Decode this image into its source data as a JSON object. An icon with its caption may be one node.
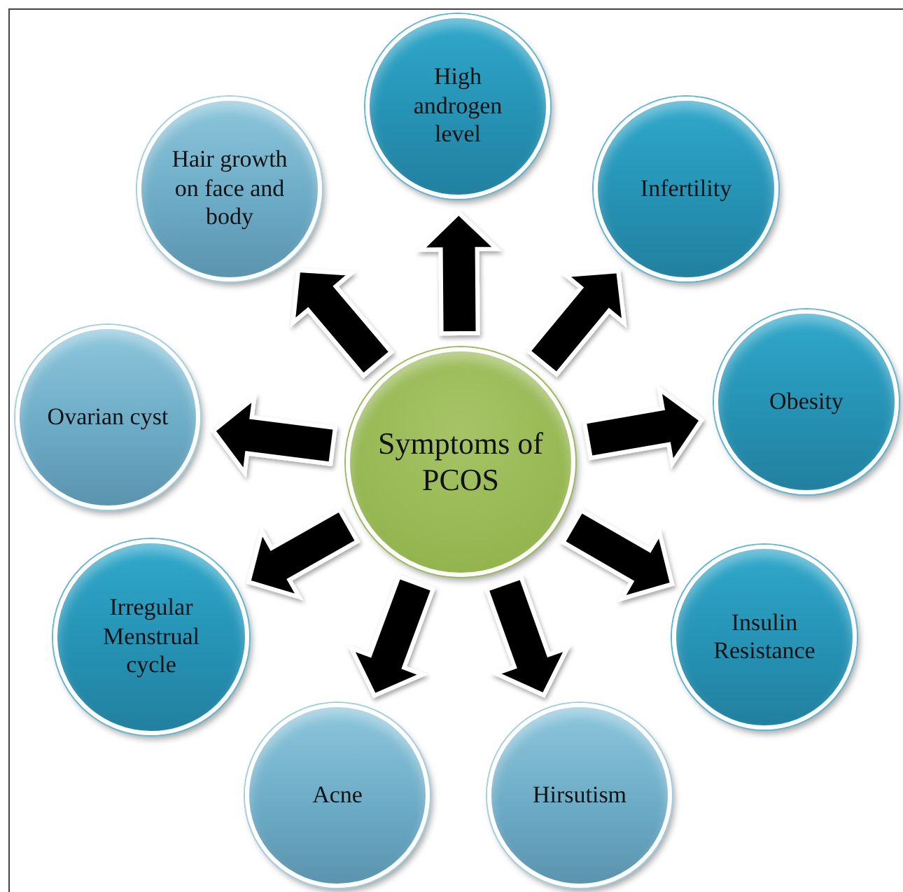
{
  "diagram": {
    "nodes": [
      {
        "text": [
          "Symptoms of PCOS"
        ]
      },
      {
        "text": [
          "High androgen level"
        ]
      },
      {
        "text": [
          "Infertility"
        ]
      },
      {
        "text": [
          "Obesity"
        ]
      },
      {
        "text": [
          "Insulin Resistance"
        ]
      },
      {
        "text": [
          "Hirsutism"
        ]
      },
      {
        "text": [
          "Acne"
        ]
      },
      {
        "text": [
          "Irregular Menstrual cycle"
        ]
      },
      {
        "text": [
          "Ovarian cyst"
        ]
      },
      {
        "text": [
          "Hair growth on face and body"
        ]
      }
    ],
    "edges": [
      {
        "from": 0,
        "to": 1,
        "arrow": "to"
      },
      {
        "from": 0,
        "to": 2,
        "arrow": "to"
      },
      {
        "from": 0,
        "to": 3,
        "arrow": "to"
      },
      {
        "from": 0,
        "to": 4,
        "arrow": "to"
      },
      {
        "from": 0,
        "to": 5,
        "arrow": "to"
      },
      {
        "from": 0,
        "to": 6,
        "arrow": "to"
      },
      {
        "from": 0,
        "to": 7,
        "arrow": "to"
      },
      {
        "from": 0,
        "to": 8,
        "arrow": "to"
      },
      {
        "from": 0,
        "to": 9,
        "arrow": "to"
      }
    ]
  }
}
